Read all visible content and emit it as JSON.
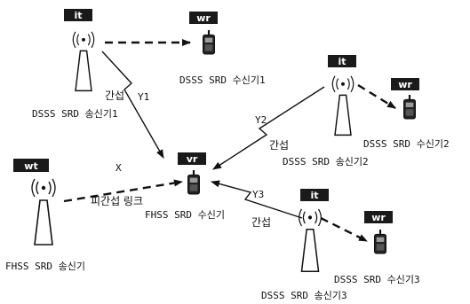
{
  "nodes": {
    "dsss_tx1": {
      "tag": "it",
      "label": "DSSS SRD 송신기1"
    },
    "dsss_rx1": {
      "tag": "wr",
      "label": "DSSS SRD 수신기1"
    },
    "dsss_tx2": {
      "tag": "it",
      "label": "DSSS SRD 송신기2"
    },
    "dsss_rx2": {
      "tag": "wr",
      "label": "DSSS SRD 수신기2"
    },
    "fhss_rx": {
      "tag": "vr",
      "label": "FHSS SRD 수신기"
    },
    "fhss_tx": {
      "tag": "wt",
      "label": "FHSS SRD 송신기"
    },
    "dsss_tx3": {
      "tag": "it",
      "label": "DSSS SRD 송신기3"
    },
    "dsss_rx3": {
      "tag": "wr",
      "label": "DSSS SRD 수신기3"
    }
  },
  "links": {
    "interference": "간섭",
    "victim_link": "피간섭 링크",
    "y1": "Y1",
    "y2": "Y2",
    "y3": "Y3",
    "x": "X"
  },
  "colors": {
    "ink": "#111111",
    "tag_bg": "#1a1a1a",
    "background": "#ffffff"
  }
}
